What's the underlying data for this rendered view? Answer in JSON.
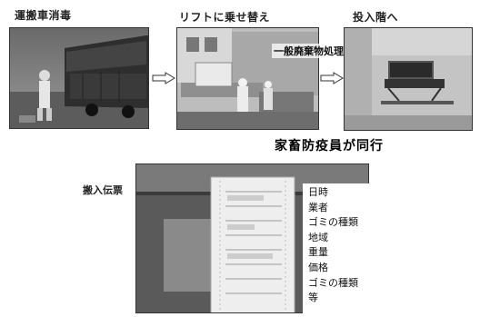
{
  "steps": [
    {
      "caption": "運搬車消毒"
    },
    {
      "caption": "リフトに乗せ替え",
      "overlay": "一般廃棄物処理場"
    },
    {
      "caption": "投入階へ"
    }
  ],
  "middle_caption": "家畜防疫員が同行",
  "slip": {
    "label": "搬入伝票",
    "items": [
      "日時",
      "業者",
      "ゴミの種類",
      "地域",
      "重量",
      "価格",
      "ゴミの種類",
      "等"
    ]
  }
}
